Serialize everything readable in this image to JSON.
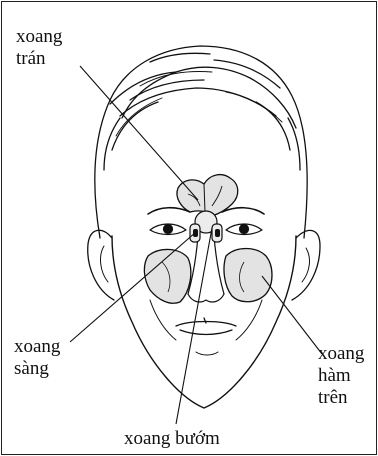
{
  "labels": {
    "frontal": [
      "xoang",
      "trán"
    ],
    "ethmoid": [
      "xoang",
      "sàng"
    ],
    "maxillary": [
      "xoang",
      "hàm",
      "trên"
    ],
    "sphenoid": [
      "xoang bướm"
    ]
  },
  "colors": {
    "ink": "#111111",
    "sinus_fill": "#e3e3e3",
    "frame": "#222222",
    "background": "#ffffff"
  }
}
